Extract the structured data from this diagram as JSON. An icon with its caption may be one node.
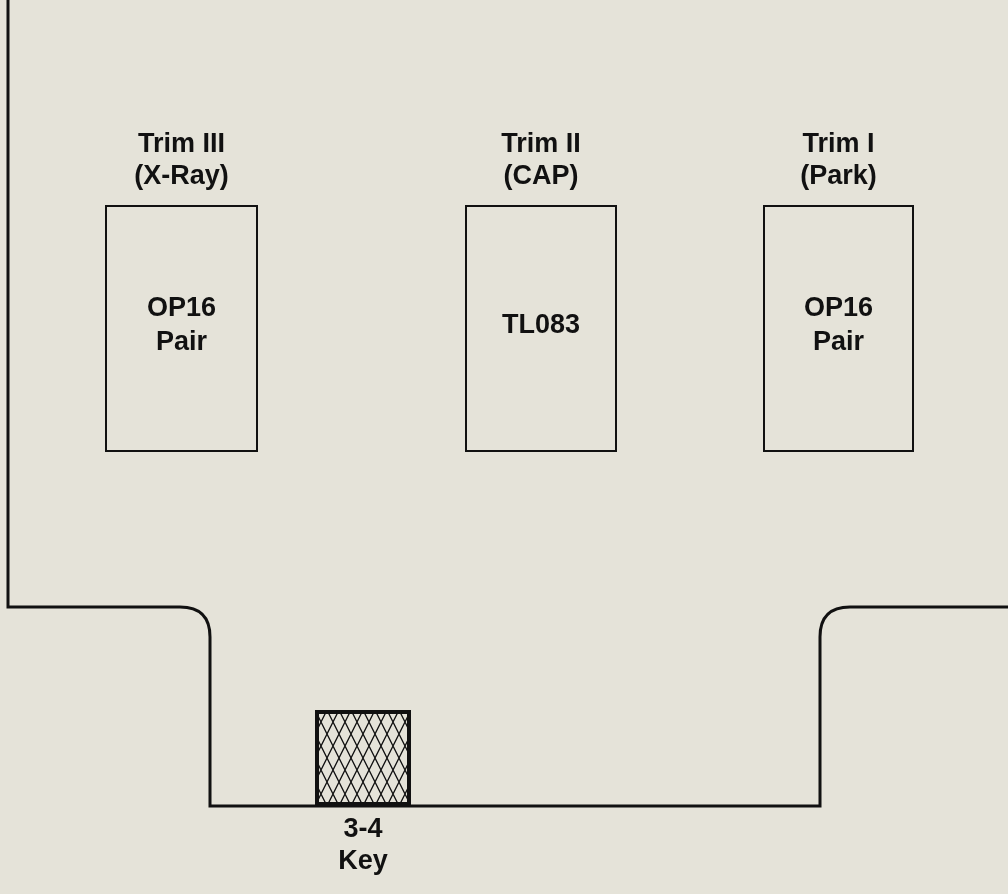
{
  "diagram": {
    "nodes": [
      {
        "text": [],
        "shape": "box"
      },
      {
        "text": [
          "Trim III (X-Ray)",
          "OP16 Pair"
        ],
        "in": 0
      },
      {
        "text": [
          "Trim II (CAP)",
          "TL083"
        ],
        "in": 0
      },
      {
        "text": [
          "Trim I (Park)",
          "OP16 Pair"
        ],
        "in": 0
      },
      {
        "text": [
          "3-4 Key"
        ],
        "in": 0
      }
    ]
  }
}
